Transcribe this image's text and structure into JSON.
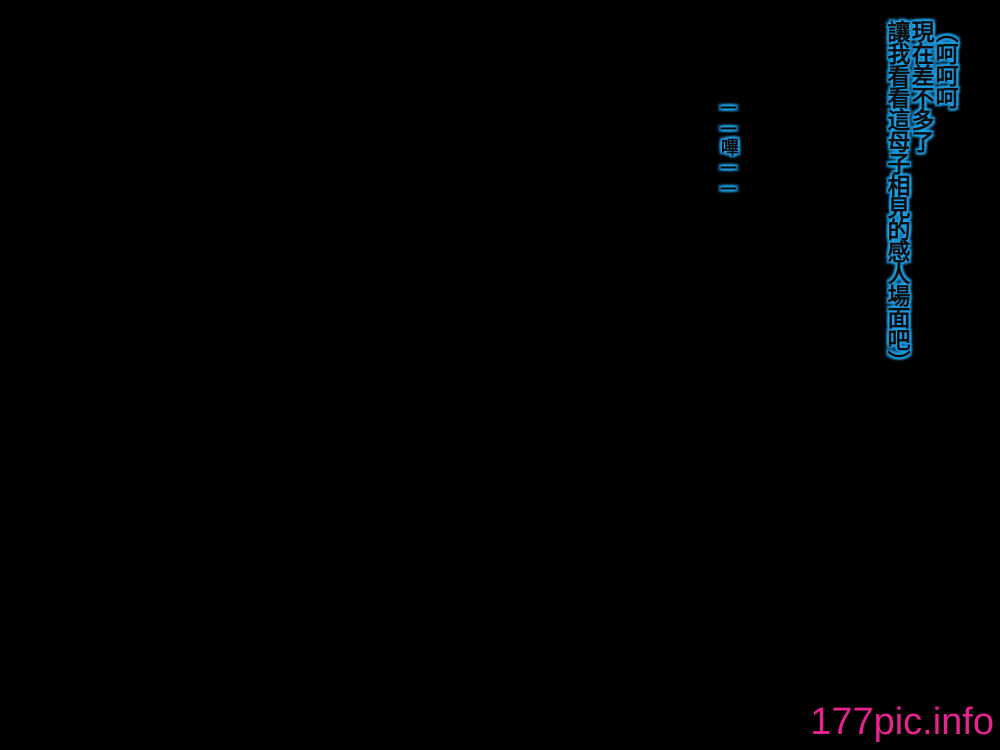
{
  "speech_bubble": {
    "lines": [
      "（呵呵呵",
      "現在差不多了",
      "讓我看看這母子相見的感人場面吧）"
    ]
  },
  "sound_effect": {
    "text": "——嗶——"
  },
  "watermark": {
    "text": "177pic.info",
    "color": "#e6238f"
  },
  "colors": {
    "background": "#000000",
    "text_outline": "#1ea0e6"
  }
}
